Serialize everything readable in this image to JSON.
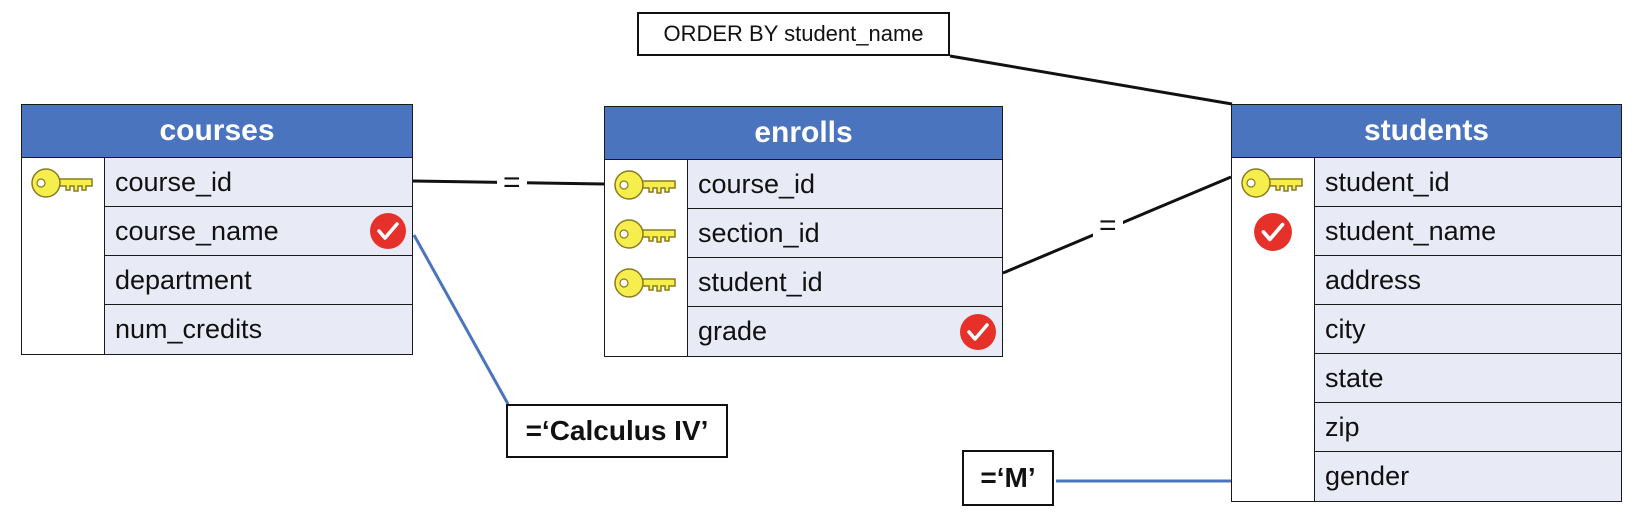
{
  "tables": {
    "courses": {
      "title": "courses",
      "fields": [
        "course_id",
        "course_name",
        "department",
        "num_credits"
      ]
    },
    "enrolls": {
      "title": "enrolls",
      "fields": [
        "course_id",
        "section_id",
        "student_id",
        "grade"
      ]
    },
    "students": {
      "title": "students",
      "fields": [
        "student_id",
        "student_name",
        "address",
        "city",
        "state",
        "zip",
        "gender"
      ]
    }
  },
  "labels": {
    "order_by": "ORDER BY student_name",
    "calculus_filter": "=‘Calculus IV’",
    "gender_filter": "=‘M’",
    "join_eq_1": "=",
    "join_eq_2": "="
  },
  "icons": {
    "primary_key": "key-icon",
    "selected_field": "check-icon"
  },
  "colors": {
    "header_bg": "#4a74be",
    "field_bg": "#e8ebf5",
    "key_yellow": "#f6ee4c",
    "check_red": "#e5312a",
    "filter_line": "#4a74be",
    "join_line": "#111111"
  }
}
